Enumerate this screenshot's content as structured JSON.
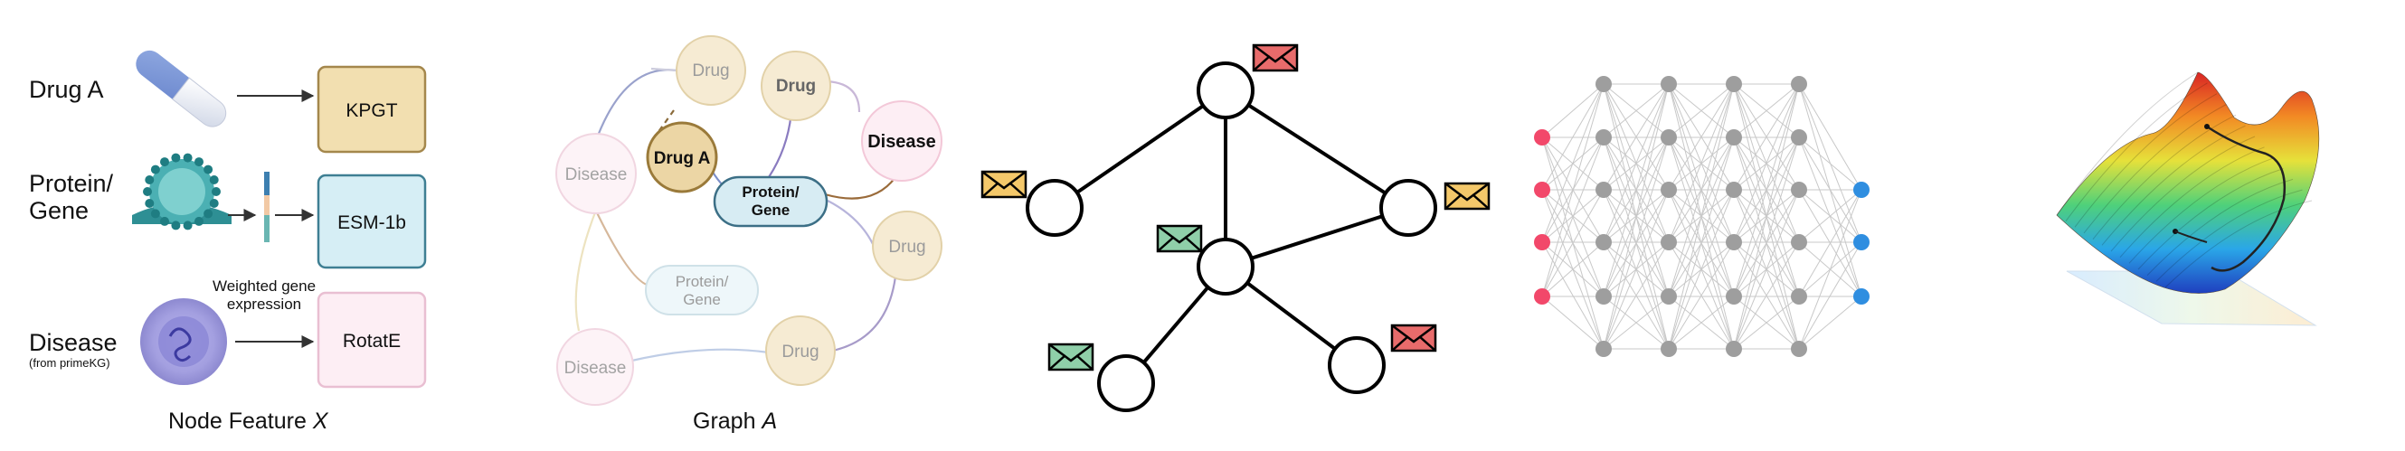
{
  "panel1": {
    "rows": {
      "drug": "Drug A",
      "protein_line1": "Protein/",
      "protein_line2": "Gene",
      "disease": "Disease",
      "disease_sub": "(from primeKG)"
    },
    "boxes": {
      "kpgt": "KPGT",
      "esm": "ESM-1b",
      "rotate": "RotatE"
    },
    "weighted_line1": "Weighted gene",
    "weighted_line2": "expression",
    "caption_text": "Node Feature ",
    "caption_var": "X"
  },
  "panel2": {
    "nodes": {
      "drug_top": "Drug",
      "drug_a": "Drug A",
      "drug_bold": "Drug",
      "disease_bold": "Disease",
      "disease_left": "Disease",
      "protein_main_1": "Protein/",
      "protein_main_2": "Gene",
      "drug_right": "Drug",
      "protein_faded_1": "Protein/",
      "protein_faded_2": "Gene",
      "disease_bottom": "Disease",
      "drug_bottom": "Drug"
    },
    "caption_text": "Graph ",
    "caption_var": "A"
  },
  "colors": {
    "drug_fill": "#f6ebd3",
    "drug_stroke": "#dcc99a",
    "druga_fill": "#ecd6a5",
    "druga_stroke": "#9a7a3a",
    "disease_fill": "#fdf0f5",
    "disease_stroke": "#f3c8d8",
    "protein_fill": "#d7ecf3",
    "protein_stroke": "#3c6f86",
    "kpgt_fill": "#f2dfb0",
    "kpgt_stroke": "#a4874c",
    "esm_fill": "#d6eef5",
    "esm_stroke": "#3e7f93",
    "rotate_fill": "#fdeef4",
    "rotate_stroke": "#e9bfd2",
    "env_yellow": "#f4c86a",
    "env_green": "#8fcfa9",
    "env_red": "#e86b6b",
    "nn_input": "#f2486a",
    "nn_hidden": "#9e9e9e",
    "nn_output": "#2f8ee0"
  },
  "icons": [
    "capsule-icon",
    "protein-virus-icon",
    "gene-expression-bar-icon",
    "disease-cell-icon",
    "envelope-icon",
    "loss-landscape-icon"
  ]
}
